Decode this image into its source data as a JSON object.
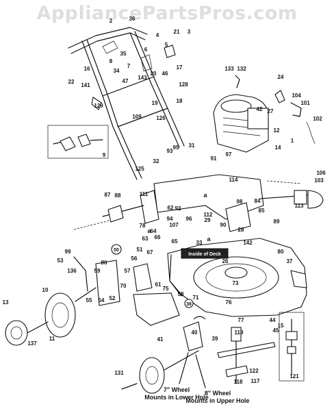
{
  "watermark": "AppliancePartsPros.com",
  "notes": {
    "deck_label": "Inside of Deck",
    "wheel_lower_size": "7\" Wheel",
    "wheel_lower_text": "Mounts in Lower Hole",
    "wheel_upper_size": "8\" Wheel",
    "wheel_upper_text": "Mounts in Upper Hole"
  },
  "callouts": [
    "1",
    "2",
    "3",
    "4",
    "5",
    "6",
    "7",
    "8",
    "9",
    "10",
    "11",
    "12",
    "13",
    "14",
    "15",
    "16",
    "17",
    "18",
    "19",
    "20",
    "21",
    "22",
    "24",
    "26",
    "27",
    "28",
    "29",
    "31",
    "32",
    "33",
    "34",
    "35",
    "36",
    "37",
    "39",
    "40",
    "41",
    "42",
    "44",
    "45",
    "46",
    "47",
    "51",
    "52",
    "53",
    "54",
    "55",
    "56",
    "57",
    "58",
    "59",
    "61",
    "62",
    "63",
    "64",
    "65",
    "66",
    "67",
    "70",
    "71",
    "73",
    "75",
    "76",
    "77",
    "78",
    "80",
    "84",
    "85",
    "86",
    "87",
    "88",
    "89",
    "90",
    "91",
    "92",
    "93",
    "94",
    "95",
    "96",
    "97",
    "98",
    "99",
    "101",
    "102",
    "103",
    "104",
    "106",
    "107",
    "109",
    "111",
    "112",
    "113",
    "114",
    "117",
    "118",
    "119",
    "121",
    "122",
    "125",
    "126",
    "128",
    "129",
    "131",
    "132",
    "133",
    "136",
    "137",
    "141",
    "142",
    "143"
  ]
}
